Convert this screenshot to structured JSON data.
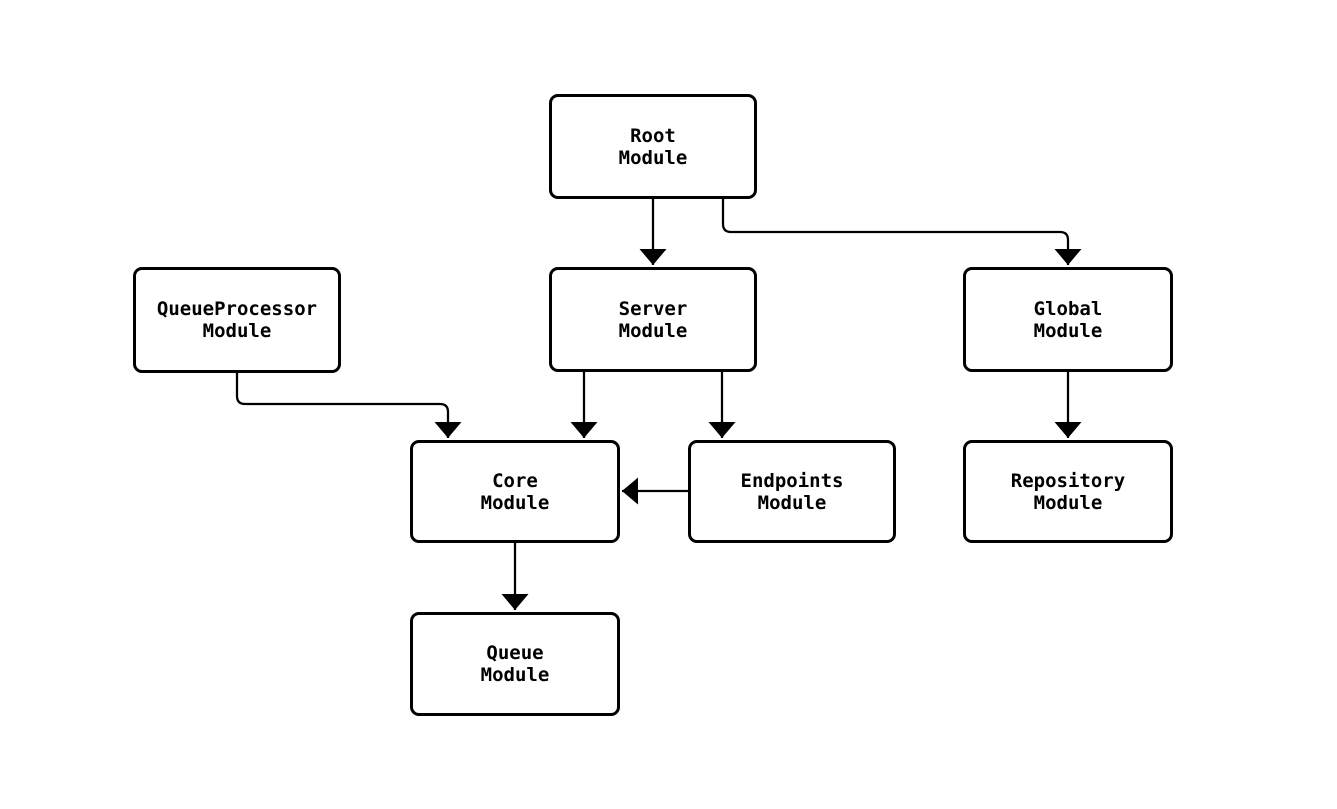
{
  "diagram": {
    "type": "flowchart",
    "nodes": {
      "root": {
        "line1": "Root",
        "line2": "Module"
      },
      "queueprocessor": {
        "line1": "QueueProcessor",
        "line2": "Module"
      },
      "server": {
        "line1": "Server",
        "line2": "Module"
      },
      "global": {
        "line1": "Global",
        "line2": "Module"
      },
      "core": {
        "line1": "Core",
        "line2": "Module"
      },
      "endpoints": {
        "line1": "Endpoints",
        "line2": "Module"
      },
      "repository": {
        "line1": "Repository",
        "line2": "Module"
      },
      "queue": {
        "line1": "Queue",
        "line2": "Module"
      }
    },
    "edges": [
      {
        "from": "Root Module",
        "to": "Server Module"
      },
      {
        "from": "Root Module",
        "to": "Global Module"
      },
      {
        "from": "QueueProcessor Module",
        "to": "Core Module"
      },
      {
        "from": "Server Module",
        "to": "Core Module"
      },
      {
        "from": "Server Module",
        "to": "Endpoints Module"
      },
      {
        "from": "Endpoints Module",
        "to": "Core Module"
      },
      {
        "from": "Global Module",
        "to": "Repository Module"
      },
      {
        "from": "Core Module",
        "to": "Queue Module"
      }
    ],
    "colors": {
      "background": "#ffffff",
      "node_fill": "#ffffff",
      "stroke": "#000000",
      "text": "#000000"
    }
  }
}
